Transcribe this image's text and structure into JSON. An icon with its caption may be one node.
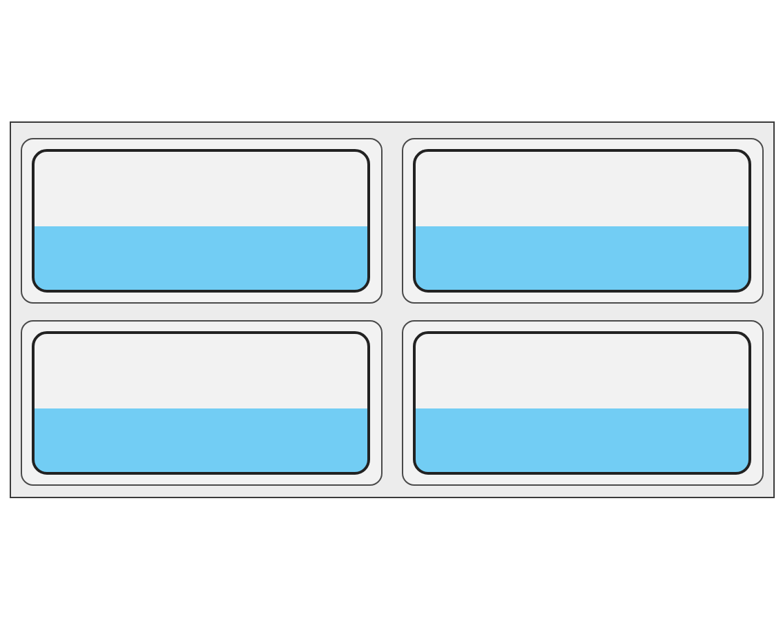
{
  "diagram": {
    "nodes": [
      {
        "text": [],
        "shape": "box"
      },
      {
        "text": [],
        "shape": "box",
        "in": 0
      },
      {
        "text": [],
        "shape": "box",
        "in": 0
      },
      {
        "text": [],
        "shape": "box",
        "in": 0
      },
      {
        "text": [],
        "shape": "box",
        "in": 0
      },
      {
        "text": [],
        "shape": "box",
        "in": 1
      },
      {
        "text": [],
        "shape": "box",
        "in": 2
      },
      {
        "text": [],
        "shape": "box",
        "in": 3
      },
      {
        "text": [],
        "shape": "box",
        "in": 4
      }
    ]
  }
}
